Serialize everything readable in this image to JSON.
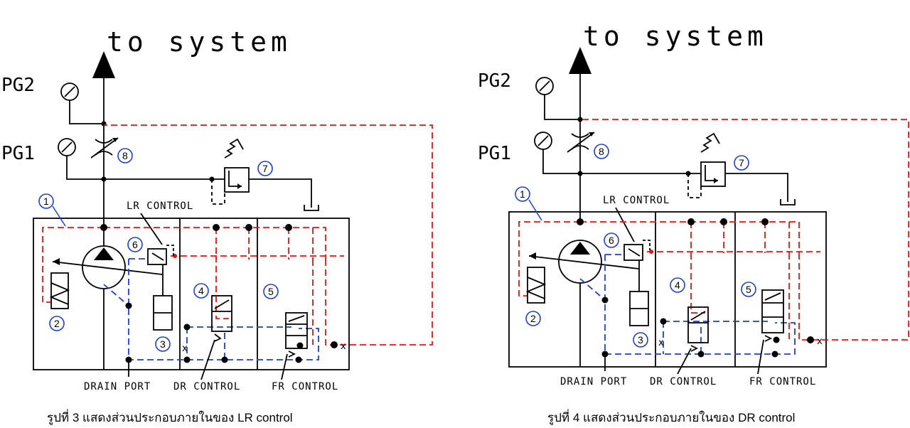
{
  "figures": [
    {
      "to_system": "to system",
      "pg2": "PG2",
      "pg1": "PG1",
      "callouts": [
        "1",
        "2",
        "3",
        "4",
        "5",
        "6",
        "7",
        "8"
      ],
      "lr_label": "LR CONTROL",
      "drain_port": "DRAIN PORT",
      "dr_control": "DR CONTROL",
      "fr_control": "FR CONTROL",
      "caption": "รูปที่ 3 แสดงส่วนประกอบภายในของ LR control"
    },
    {
      "to_system": "to system",
      "pg2": "PG2",
      "pg1": "PG1",
      "callouts": [
        "1",
        "2",
        "3",
        "4",
        "5",
        "6",
        "7",
        "8"
      ],
      "lr_label": "LR CONTROL",
      "drain_port": "DRAIN PORT",
      "dr_control": "DR CONTROL",
      "fr_control": "FR CONTROL",
      "caption": "รูปที่ 4 แสดงส่วนประกอบภายในของ DR control"
    }
  ],
  "colors": {
    "pilot_line": "#e11111",
    "drain_line": "#1d3fd6",
    "main_line": "#000000"
  },
  "icons": [
    "up-arrow-icon",
    "pressure-gauge-icon",
    "variable-orifice-icon",
    "relief-valve-icon",
    "tank-icon",
    "pump-icon",
    "cylinder-icon",
    "spring-icon",
    "valve-icon"
  ]
}
